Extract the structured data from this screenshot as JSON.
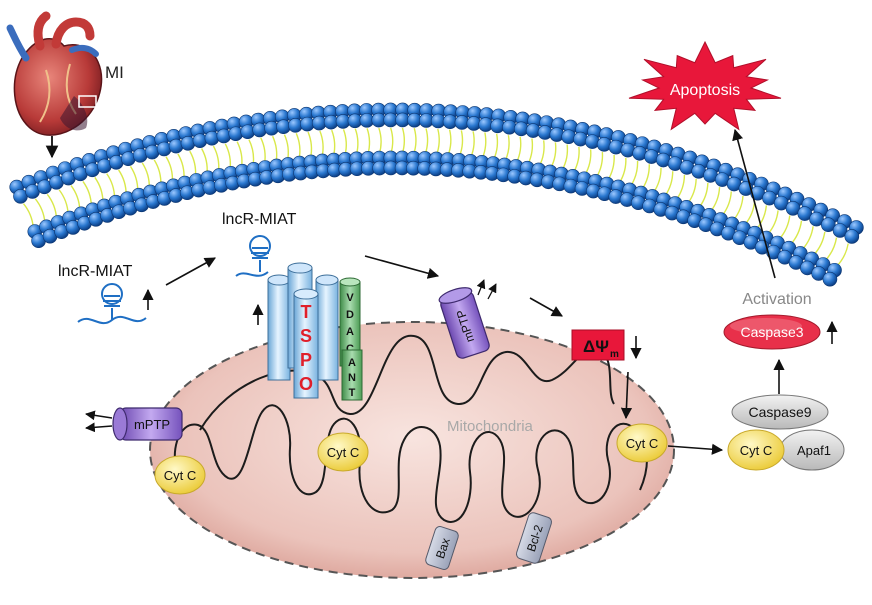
{
  "labels": {
    "mi": "MI",
    "lncr_miat_left": "lncR-MIAT",
    "lncr_miat_top": "lncR-MIAT",
    "apoptosis": "Apoptosis",
    "activation": "Activation",
    "caspase3": "Caspase3",
    "caspase9": "Caspase9",
    "apaf1": "Apaf1",
    "cytc_complex": "Cyt C",
    "cytc_right": "Cyt C",
    "cytc_center": "Cyt C",
    "cytc_left": "Cyt C",
    "mitochondria": "Mitochondria",
    "mptp_left": "mPTP",
    "mptp_center": "mPTP",
    "delta_psi": "ΔΨ",
    "delta_psi_sub": "m",
    "tspo": [
      "T",
      "S",
      "P",
      "O"
    ],
    "vdac": [
      "V",
      "D",
      "A",
      "C"
    ],
    "ant": [
      "A",
      "N",
      "T"
    ],
    "bax": "Bax",
    "bcl2": "Bcl-2"
  },
  "colors": {
    "lipid_head": "#1f6fc4",
    "lipid_tail": "#d9e84a",
    "mito_fill": "#ecc4bc",
    "apoptosis": "#e8173a",
    "caspase3": "#e8304a",
    "cyt_c": "#f6e06a",
    "tspo": "#e01f2a",
    "vdac": "#5aa860",
    "mptp": "#8a64c8",
    "delta_psi_box": "#e8173a"
  },
  "icons": [
    "heart-icon",
    "rna-hairpin-icon",
    "arrow-up-icon",
    "arrow-down-icon"
  ]
}
